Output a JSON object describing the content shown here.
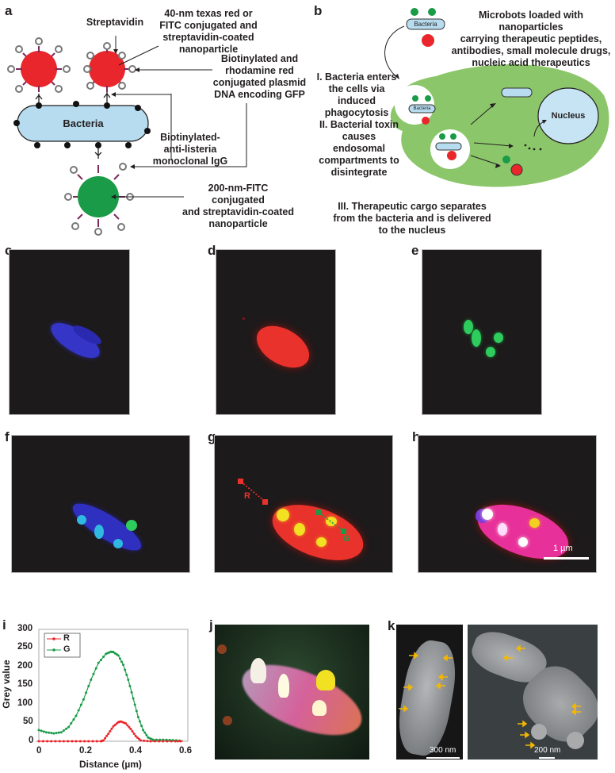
{
  "panels": {
    "a": {
      "label": "a",
      "annotations": {
        "streptavidin": "Streptavidin",
        "nanoparticle40": [
          "40-nm texas red or",
          "FITC conjugated and",
          "streptavidin-coated",
          "nanoparticle"
        ],
        "plasmid": [
          "Biotinylated and",
          "rhodamine red",
          "conjugated plasmid",
          "DNA encoding GFP"
        ],
        "bacteria": "Bacteria",
        "igg": [
          "Biotinylated-",
          "anti-listeria",
          "monoclonal IgG"
        ],
        "nanoparticle200": [
          "200-nm-FITC conjugated",
          "and streptavidin-coated",
          "nanoparticle"
        ]
      },
      "colors": {
        "red_particle": "#e8262b",
        "green_particle": "#1a9b47",
        "bacteria_fill": "#b7dcef",
        "linker": "#7b2a5c"
      }
    },
    "b": {
      "label": "b",
      "bacteria_label": "Bacteria",
      "microbots_text": [
        "Microbots loaded with nanoparticles",
        "carrying therapeutic peptides,",
        "antibodies, small molecule drugs,",
        "nucleic acid therapeutics"
      ],
      "step1": [
        "I. Bacteria enters",
        "the cells via induced",
        "phagocytosis"
      ],
      "step2": [
        "II. Bacterial toxin",
        "causes endosomal",
        "compartments to",
        "disintegrate"
      ],
      "step3": [
        "III. Therapeutic cargo separates",
        "from the bacteria and is delivered",
        "to the nucleus"
      ],
      "nucleus_label": "Nucleus",
      "colors": {
        "cell": "#8cc66a",
        "nucleus": "#c6e4f3"
      }
    },
    "c": {
      "label": "c",
      "channel": "blue"
    },
    "d": {
      "label": "d",
      "channel": "red"
    },
    "e": {
      "label": "e",
      "channel": "green"
    },
    "f": {
      "label": "f",
      "channel": "blue+green merge"
    },
    "g": {
      "label": "g",
      "channel": "red+green merge",
      "line_r_label": "R",
      "line_g_label": "G"
    },
    "h": {
      "label": "h",
      "channel": "all merge",
      "scalebar": "1 µm"
    },
    "i": {
      "label": "i"
    },
    "j": {
      "label": "j"
    },
    "k": {
      "label": "k",
      "scalebar_left": "300 nm",
      "scalebar_right": "200 nm"
    }
  },
  "chart_data": {
    "type": "line",
    "title": "",
    "xlabel": "Distance (µm)",
    "ylabel": "Grey value",
    "xlim": [
      0,
      0.6
    ],
    "ylim": [
      0,
      300
    ],
    "xticks": [
      "0",
      "0.2",
      "0.4",
      "0.6"
    ],
    "yticks": [
      "0",
      "50",
      "100",
      "150",
      "200",
      "250",
      "300"
    ],
    "grid": false,
    "legend_position": "upper-left",
    "series": [
      {
        "name": "R",
        "color": "#e8262b",
        "x": [
          0,
          0.05,
          0.1,
          0.15,
          0.2,
          0.25,
          0.26,
          0.28,
          0.3,
          0.32,
          0.33,
          0.35,
          0.37,
          0.39,
          0.41,
          0.45,
          0.5,
          0.55,
          0.58
        ],
        "y": [
          0,
          0,
          0,
          0,
          0,
          0,
          2,
          20,
          40,
          51,
          53,
          48,
          33,
          14,
          2,
          0,
          0,
          0,
          0
        ]
      },
      {
        "name": "G",
        "color": "#1a9b47",
        "x": [
          0,
          0.03,
          0.06,
          0.09,
          0.12,
          0.15,
          0.18,
          0.21,
          0.24,
          0.27,
          0.29,
          0.3,
          0.32,
          0.34,
          0.36,
          0.38,
          0.4,
          0.42,
          0.44,
          0.46,
          0.5,
          0.54,
          0.58
        ],
        "y": [
          30,
          24,
          21,
          24,
          38,
          68,
          112,
          165,
          210,
          234,
          240,
          239,
          230,
          205,
          165,
          115,
          65,
          30,
          10,
          4,
          4,
          3,
          1
        ]
      }
    ]
  }
}
